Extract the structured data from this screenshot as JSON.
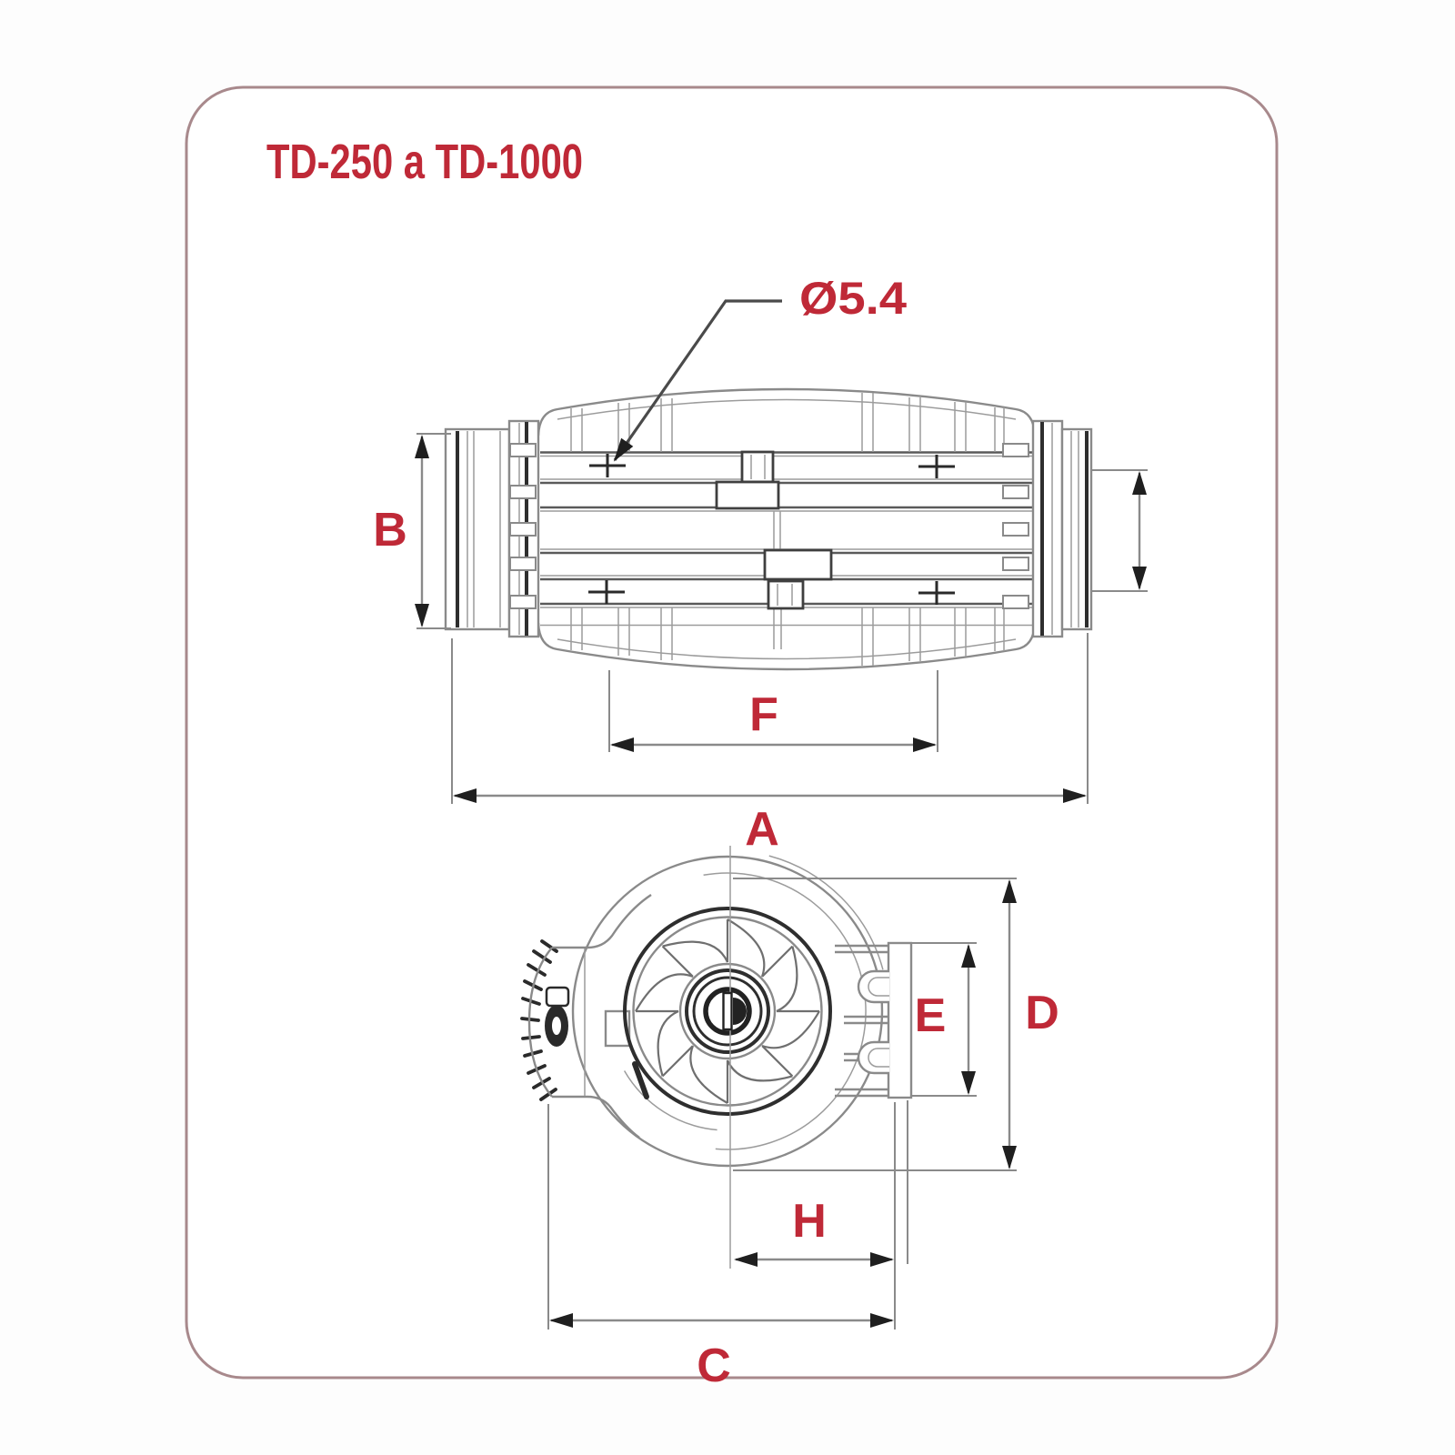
{
  "window": {
    "title": "TD-250 a TD-1000"
  },
  "diagram": {
    "callout_label": "Ø5.4",
    "dimension_labels": {
      "a": "A",
      "b": "B",
      "c": "C",
      "d": "D",
      "e": "E",
      "f": "F",
      "h": "H"
    }
  },
  "colors": {
    "label_red": "#bf2937",
    "frame_border": "#a8898c",
    "line_gray": "#8a8a8a",
    "line_dark": "#2e2e2e",
    "arrow_black": "#1f1f1f",
    "background": "#fdfdfd"
  }
}
